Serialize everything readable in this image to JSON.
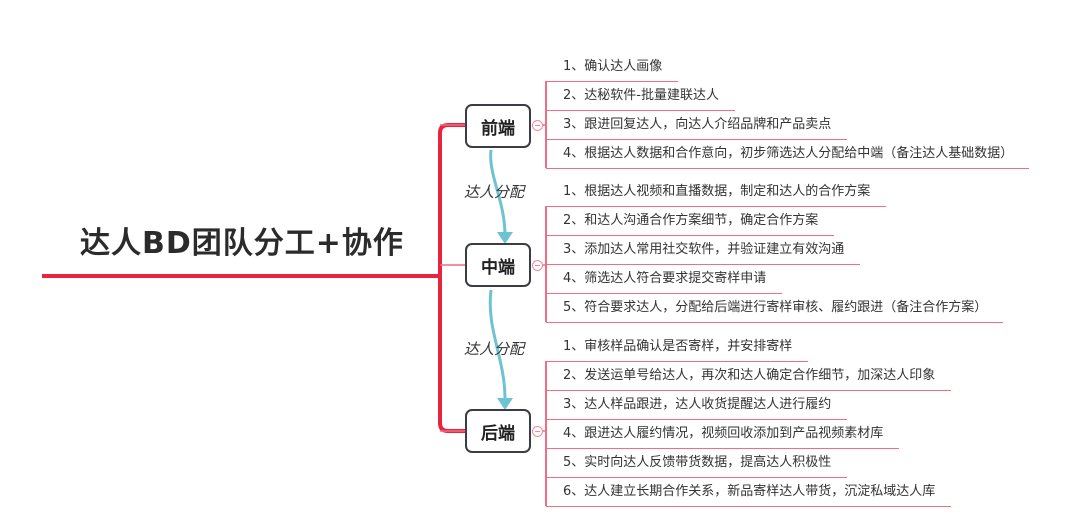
{
  "title": "达人BD团队分工+协作",
  "colors": {
    "main_line": "#e8243f",
    "branch": "#f06d82",
    "arrow": "#6ec3d3"
  },
  "nodes": [
    {
      "label": "前端",
      "items": [
        "1、确认达人画像",
        "2、达秘软件-批量建联达人",
        "3、跟进回复达人，向达人介绍品牌和产品卖点",
        "4、根据达人数据和合作意向，初步筛选达人分配给中端（备注达人基础数据）"
      ]
    },
    {
      "label": "中端",
      "items": [
        "1、根据达人视频和直播数据，制定和达人的合作方案",
        "2、和达人沟通合作方案细节，确定合作方案",
        "3、添加达人常用社交软件，并验证建立有效沟通",
        "4、筛选达人符合要求提交寄样申请",
        "5、符合要求达人，分配给后端进行寄样审核、履约跟进（备注合作方案）"
      ]
    },
    {
      "label": "后端",
      "items": [
        "1、审核样品确认是否寄样，并安排寄样",
        "2、发送运单号给达人，再次和达人确定合作细节，加深达人印象",
        "3、达人样品跟进，达人收货提醒达人进行履约",
        "4、跟进达人履约情况，视频回收添加到产品视频素材库",
        "5、实时向达人反馈带货数据，提高达人积极性",
        "6、达人建立长期合作关系，新品寄样达人带货，沉淀私域达人库"
      ]
    }
  ],
  "arrow_labels": [
    "达人分配",
    "达人分配"
  ]
}
